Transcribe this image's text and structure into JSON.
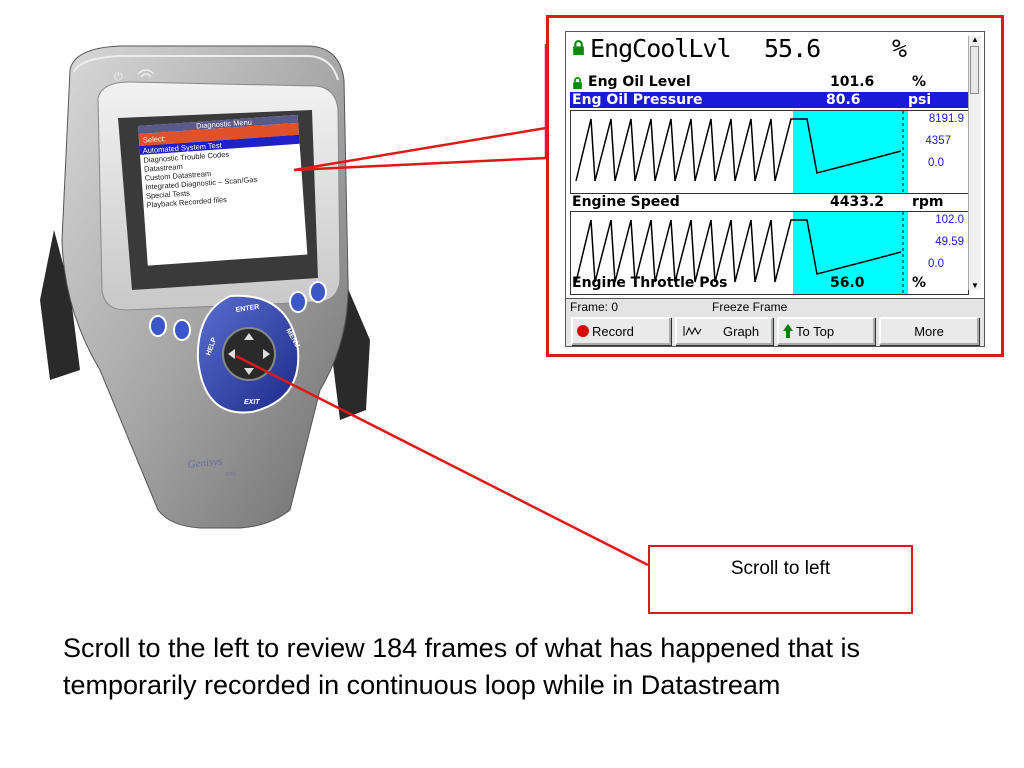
{
  "device": {
    "screen_title": "Diagnostic Menu",
    "select_label": "Select:",
    "menu_items": [
      "Automated System Test",
      "Diagnostic Trouble Codes",
      "Datastream",
      "Custom Datastream",
      "Integrated Diagnostic – Scan/Gas",
      "Special Tests",
      "Playback Recorded files"
    ],
    "key_enter": "ENTER",
    "key_menu": "MENU",
    "key_help": "HELP",
    "key_exit": "EXIT",
    "brand": "Genisys",
    "brand_sub": "OTC"
  },
  "datastream": {
    "big_row": {
      "label": "EngCoolLvl",
      "value": "55.6",
      "unit": "%"
    },
    "rows": [
      {
        "label": "Eng Oil Level",
        "value": "101.6",
        "unit": "%"
      },
      {
        "label": "Eng Oil Pressure",
        "value": "80.6",
        "unit": "psi"
      }
    ],
    "graphs": [
      {
        "title": "Engine Speed",
        "value": "4433.2",
        "unit": "rpm",
        "scale": [
          "8191.9",
          "4357",
          "0.0"
        ]
      },
      {
        "title": "Engine Throttle Pos",
        "value": "56.0",
        "unit": "%",
        "scale": [
          "102.0",
          "49.59",
          "0.0"
        ]
      }
    ],
    "status": {
      "frame": "Frame: 0",
      "mode": "Freeze Frame"
    },
    "buttons": {
      "record": "Record",
      "graph": "Graph",
      "to_top": "To Top",
      "more": "More"
    }
  },
  "annotation": {
    "text": "Scroll to left"
  },
  "caption": "Scroll to the left to review 184 frames of what has happened that is temporarily recorded in continuous loop while in Datastream",
  "colors": {
    "callout_red": "#e01818",
    "select_blue": "#1a1ad8",
    "graph_cyan": "#00ffff",
    "record_red": "#e00000",
    "arrow_green": "#008000"
  }
}
